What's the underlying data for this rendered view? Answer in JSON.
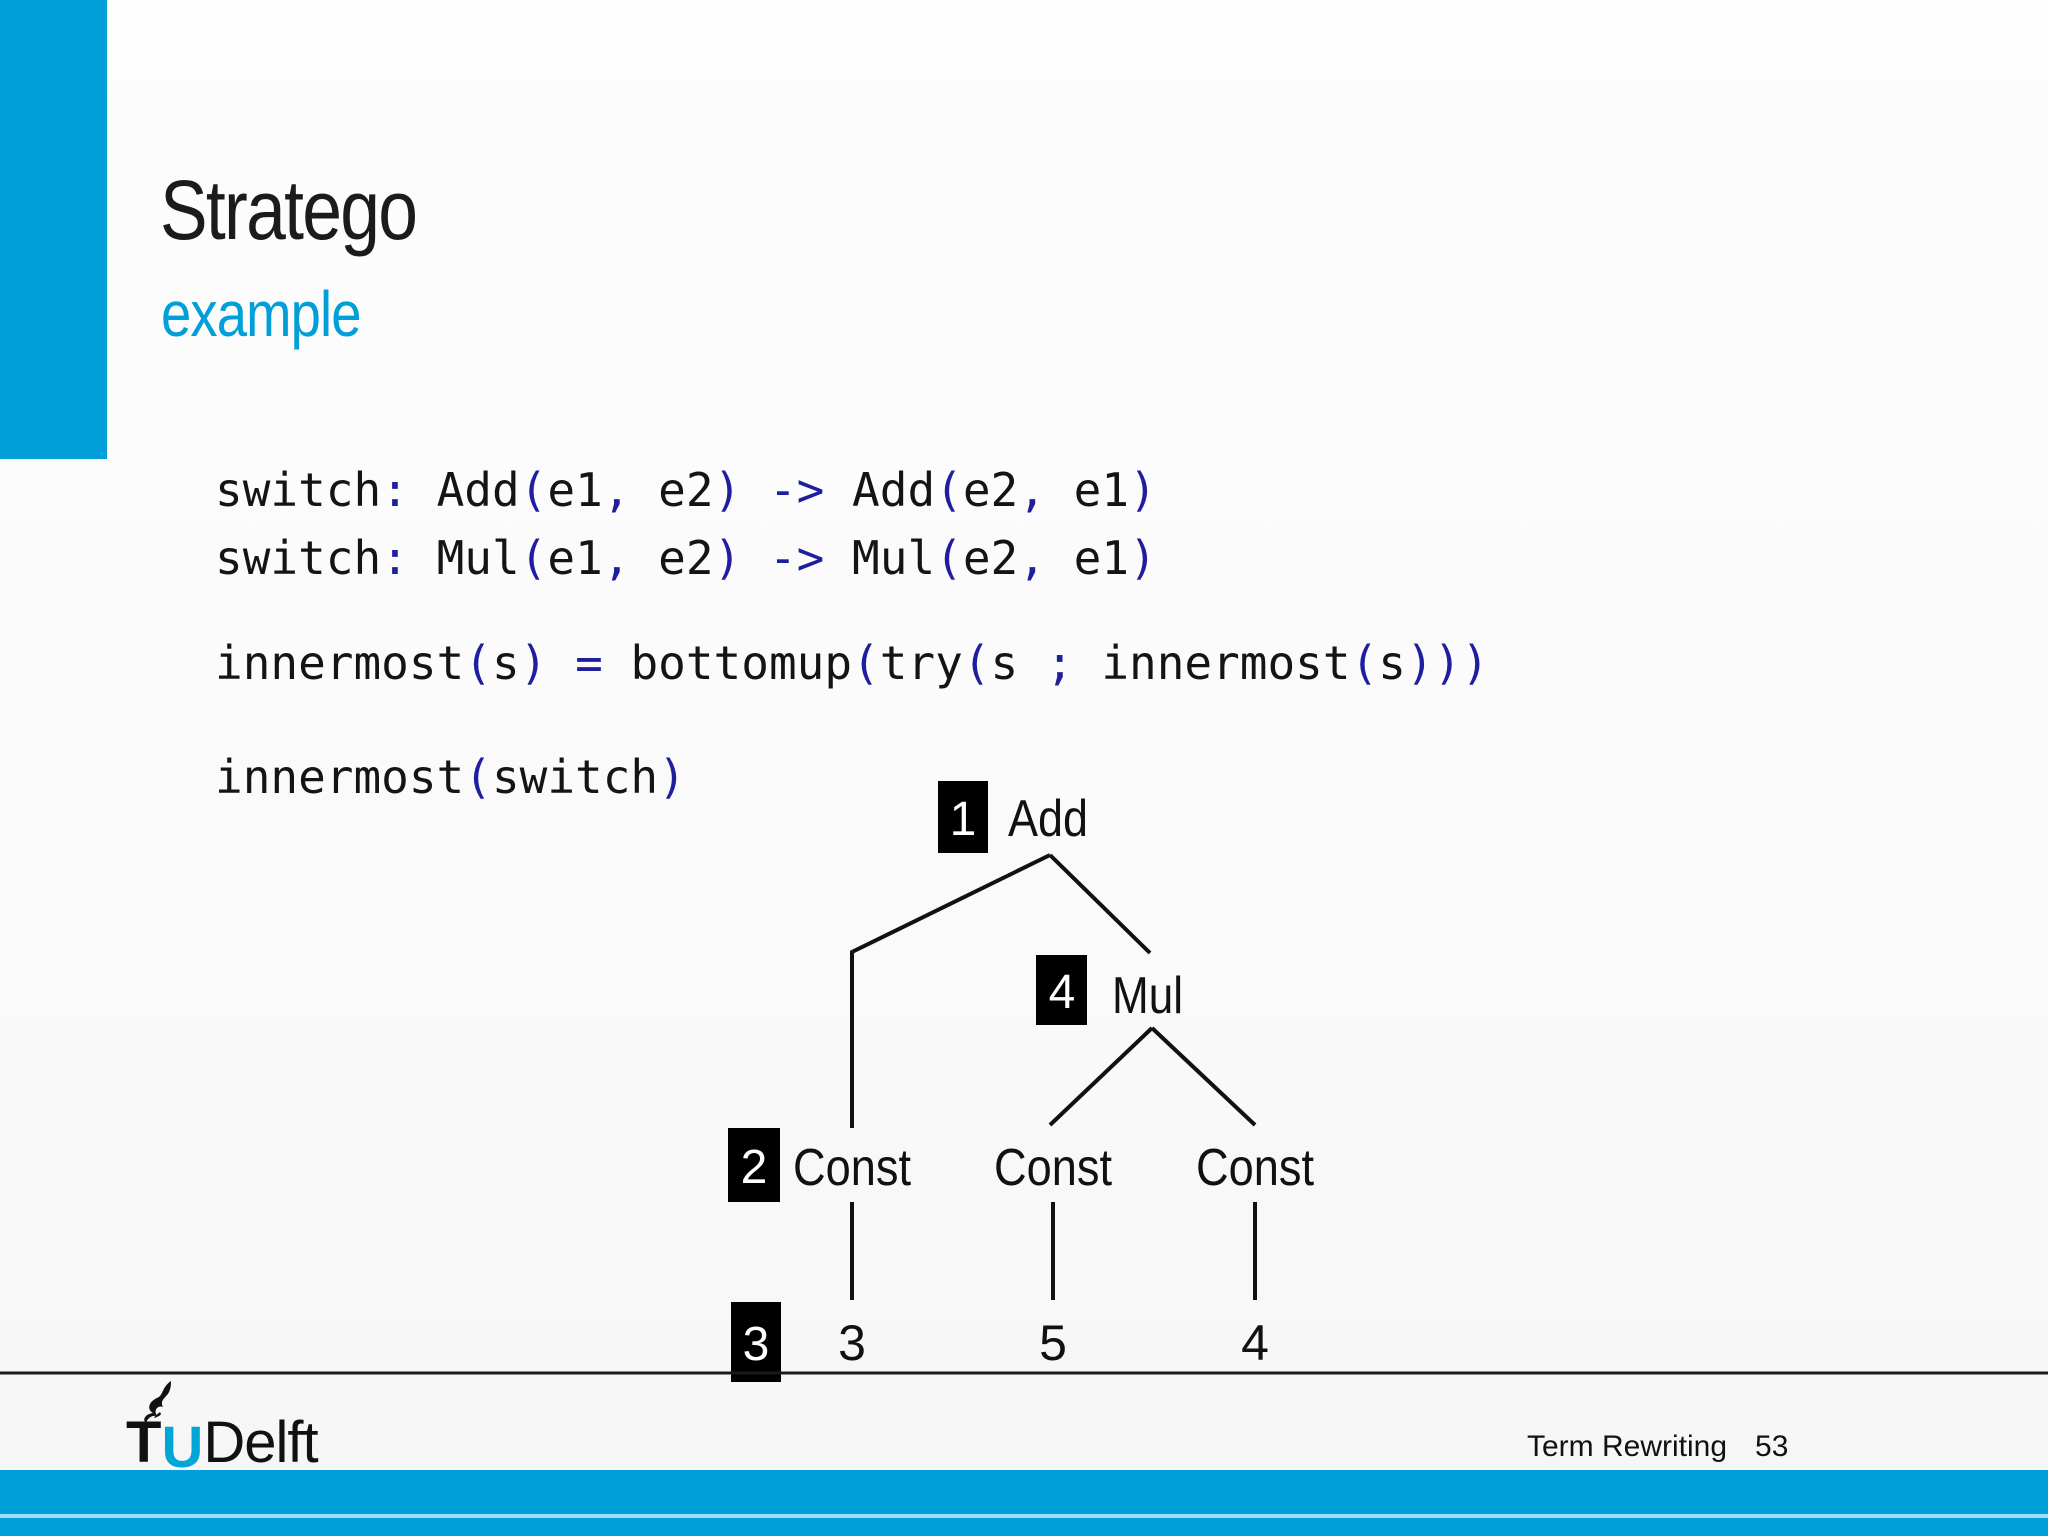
{
  "slide": {
    "title": "Stratego",
    "subtitle": "example"
  },
  "code": {
    "lines": [
      {
        "tokens": [
          {
            "t": "switch",
            "c": "id"
          },
          {
            "t": ":",
            "c": "p"
          },
          {
            "t": " ",
            "c": "id"
          },
          {
            "t": "Add",
            "c": "id"
          },
          {
            "t": "(",
            "c": "p"
          },
          {
            "t": "e1",
            "c": "id"
          },
          {
            "t": ",",
            "c": "p"
          },
          {
            "t": " e2",
            "c": "id"
          },
          {
            "t": ")",
            "c": "p"
          },
          {
            "t": " ",
            "c": "id"
          },
          {
            "t": "->",
            "c": "p"
          },
          {
            "t": " Add",
            "c": "id"
          },
          {
            "t": "(",
            "c": "p"
          },
          {
            "t": "e2",
            "c": "id"
          },
          {
            "t": ",",
            "c": "p"
          },
          {
            "t": " e1",
            "c": "id"
          },
          {
            "t": ")",
            "c": "p"
          }
        ]
      },
      {
        "tokens": [
          {
            "t": "switch",
            "c": "id"
          },
          {
            "t": ":",
            "c": "p"
          },
          {
            "t": " ",
            "c": "id"
          },
          {
            "t": "Mul",
            "c": "id"
          },
          {
            "t": "(",
            "c": "p"
          },
          {
            "t": "e1",
            "c": "id"
          },
          {
            "t": ",",
            "c": "p"
          },
          {
            "t": " e2",
            "c": "id"
          },
          {
            "t": ")",
            "c": "p"
          },
          {
            "t": " ",
            "c": "id"
          },
          {
            "t": "->",
            "c": "p"
          },
          {
            "t": " Mul",
            "c": "id"
          },
          {
            "t": "(",
            "c": "p"
          },
          {
            "t": "e2",
            "c": "id"
          },
          {
            "t": ",",
            "c": "p"
          },
          {
            "t": " e1",
            "c": "id"
          },
          {
            "t": ")",
            "c": "p"
          }
        ]
      },
      {
        "tokens": [
          {
            "t": "innermost",
            "c": "id"
          },
          {
            "t": "(",
            "c": "p"
          },
          {
            "t": "s",
            "c": "id"
          },
          {
            "t": ")",
            "c": "p"
          },
          {
            "t": " ",
            "c": "id"
          },
          {
            "t": "=",
            "c": "p"
          },
          {
            "t": " ",
            "c": "id"
          },
          {
            "t": "bottomup",
            "c": "id"
          },
          {
            "t": "(",
            "c": "p"
          },
          {
            "t": "try",
            "c": "id"
          },
          {
            "t": "(",
            "c": "p"
          },
          {
            "t": "s ",
            "c": "id"
          },
          {
            "t": ";",
            "c": "p"
          },
          {
            "t": " innermost",
            "c": "id"
          },
          {
            "t": "(",
            "c": "p"
          },
          {
            "t": "s",
            "c": "id"
          },
          {
            "t": ")))",
            "c": "p"
          }
        ]
      },
      {
        "tokens": [
          {
            "t": "innermost",
            "c": "id"
          },
          {
            "t": "(",
            "c": "p"
          },
          {
            "t": "switch",
            "c": "id"
          },
          {
            "t": ")",
            "c": "p"
          }
        ]
      }
    ]
  },
  "tree": {
    "root_badge": "1",
    "root_label": "Add",
    "mul_badge": "4",
    "mul_label": "Mul",
    "const_badge": "2",
    "const_label_left": "Const",
    "const_label_mid": "Const",
    "const_label_right": "Const",
    "leaf_badge": "3",
    "leaf_left": "3",
    "leaf_mid": "5",
    "leaf_right": "4"
  },
  "footer": {
    "logo_t": "T",
    "logo_u": "U",
    "logo_delft": "Delft",
    "course": "Term Rewriting",
    "page": "53"
  },
  "colors": {
    "accent_cyan": "#009fd9",
    "code_punctuation_navy": "#1e1e9e",
    "ink": "#141414",
    "badge_bg": "#000000",
    "badge_text": "#ffffff",
    "footer_stripe": "#a5ddf2"
  }
}
